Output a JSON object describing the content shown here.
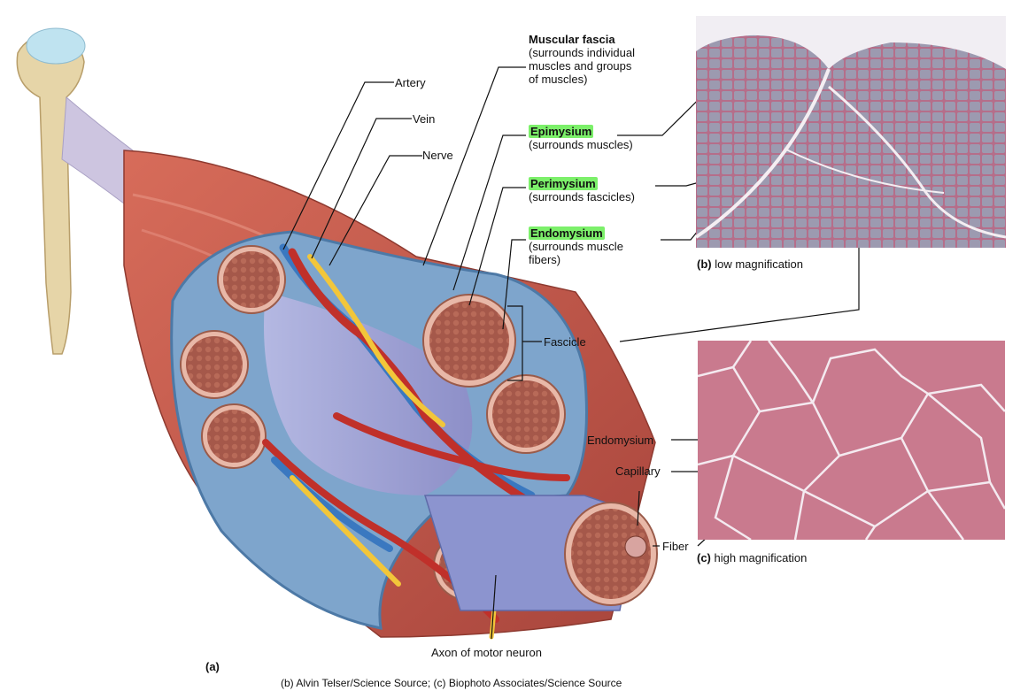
{
  "labels": {
    "artery": "Artery",
    "vein": "Vein",
    "nerve": "Nerve",
    "muscular_fascia": {
      "title": "Muscular fascia",
      "lines": [
        "(surrounds individual",
        "muscles and groups",
        "of muscles)"
      ]
    },
    "epimysium": {
      "title": "Epimysium",
      "desc": "(surrounds muscles)"
    },
    "perimysium": {
      "title": "Perimysium",
      "desc": "(surrounds fascicles)"
    },
    "endomysium": {
      "title": "Endomysium",
      "lines": [
        "(surrounds muscle",
        "fibers)"
      ]
    },
    "fascicle": "Fascicle",
    "axon": "Axon of motor neuron",
    "fiber": "Fiber",
    "endomysium_c": "Endomysium",
    "capillary": "Capillary",
    "panel_a": "(a)",
    "panel_b": {
      "letter": "(b)",
      "text": "low magnification"
    },
    "panel_c": {
      "letter": "(c)",
      "text": "high magnification"
    }
  },
  "credit": "(b) Alvin Telser/Science Source; (c) Biophoto Associates/Science Source",
  "colors": {
    "muscle": "#c8584a",
    "fascia": "#6f97c0",
    "fascicle": "#e8b8a8",
    "artery": "#c0302a",
    "vein": "#3a78c0",
    "nerve": "#f2c63a",
    "bone": "#e6d5a8",
    "micro_b": "#b9708f",
    "micro_c": "#c97a8e",
    "highlight": "#7cf06a"
  }
}
